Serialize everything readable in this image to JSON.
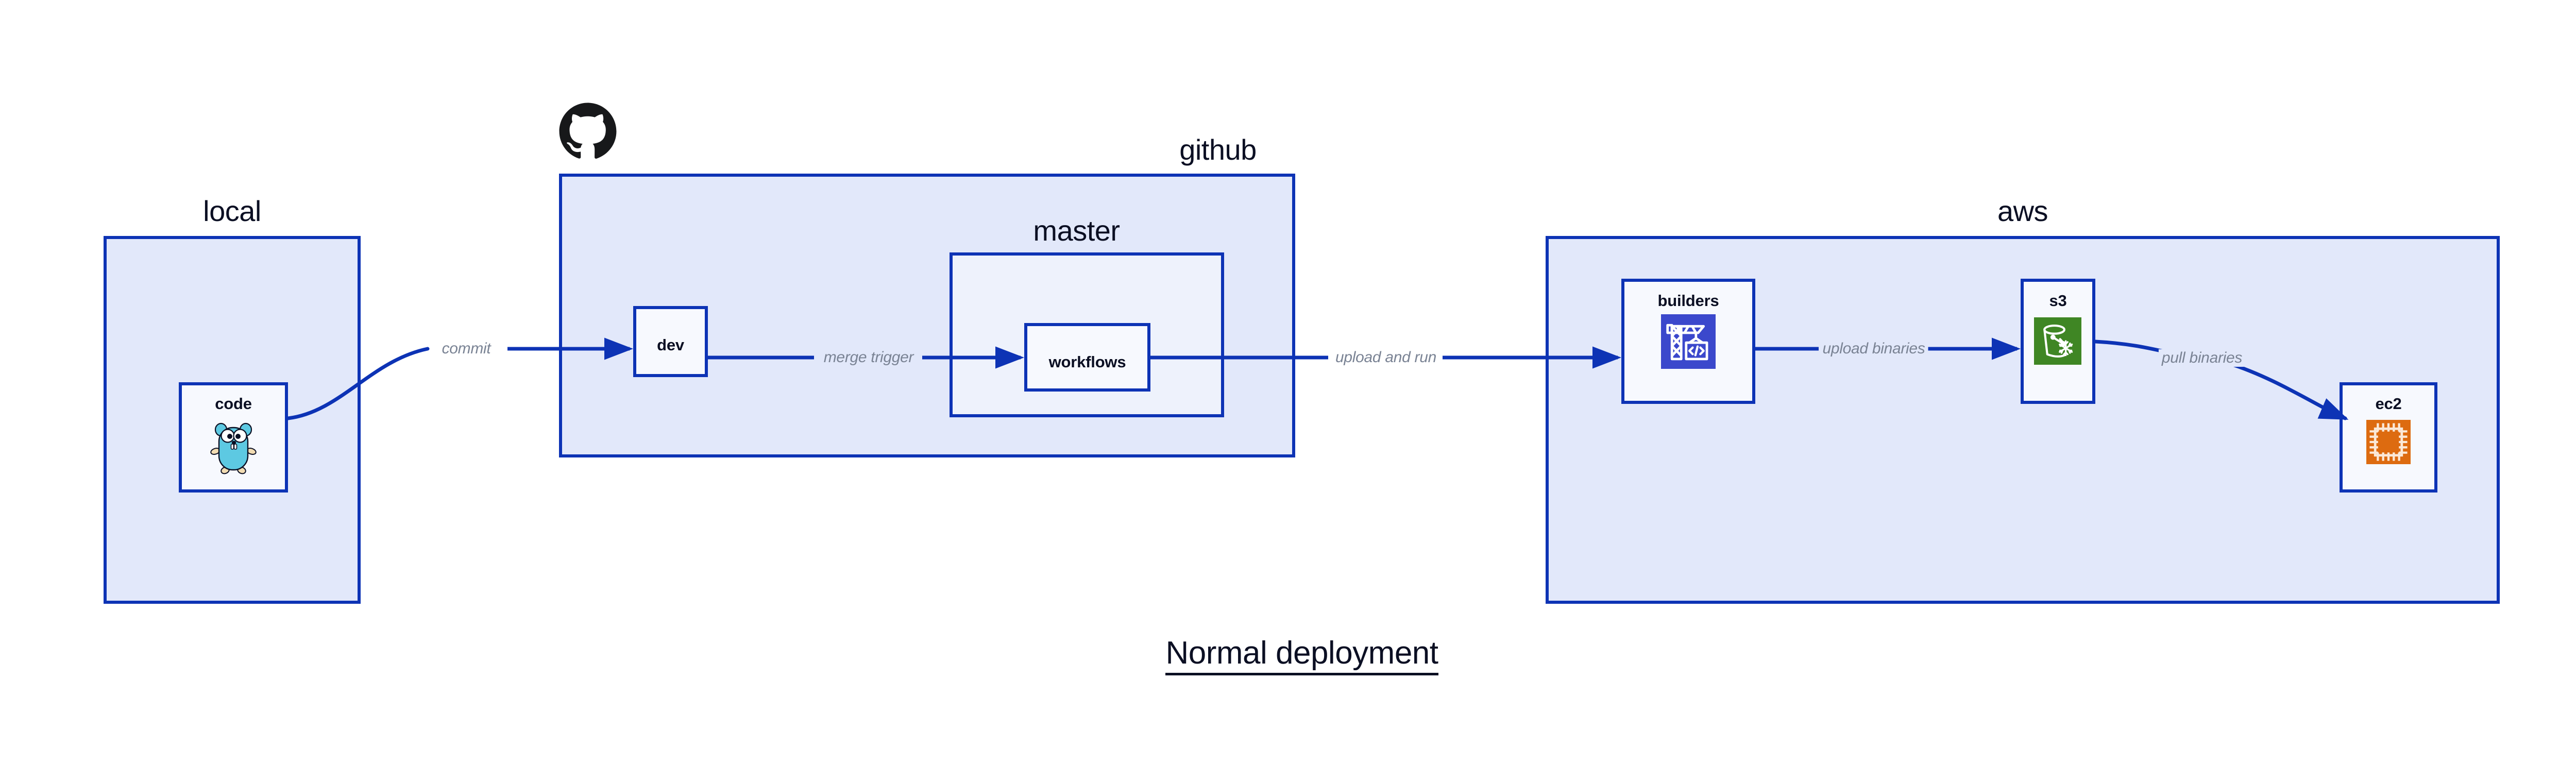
{
  "title": {
    "text": "Normal deployment"
  },
  "colors": {
    "container_fill": "#e2e8fa",
    "container_border": "#0d33b5",
    "node_fill": "#eef2fc",
    "edge_stroke": "#0d33b5",
    "edge_label": "#7a8394",
    "text": "#0b0f23",
    "codebuild_blue": "#3b48cc",
    "s3_green": "#3f8624",
    "ec2_orange": "#dd6b10",
    "gopher_teal": "#5dc9e2",
    "github_black": "#17181a"
  },
  "containers": [
    {
      "id": "local",
      "label": "local"
    },
    {
      "id": "github",
      "label": "github"
    },
    {
      "id": "master",
      "label": "master"
    },
    {
      "id": "aws",
      "label": "aws"
    }
  ],
  "nodes": [
    {
      "id": "code",
      "label": "code",
      "icon": "go-gopher-icon"
    },
    {
      "id": "dev",
      "label": "dev",
      "icon": null
    },
    {
      "id": "workflows",
      "label": "workflows",
      "icon": null
    },
    {
      "id": "builders",
      "label": "builders",
      "icon": "aws-codebuild-icon"
    },
    {
      "id": "s3",
      "label": "s3",
      "icon": "aws-s3-bucket-icon"
    },
    {
      "id": "ec2",
      "label": "ec2",
      "icon": "aws-ec2-chip-icon"
    }
  ],
  "edges": [
    {
      "id": "commit",
      "label": "commit",
      "from": "code",
      "to": "dev"
    },
    {
      "id": "merge-trigger",
      "label": "merge trigger",
      "from": "dev",
      "to": "workflows"
    },
    {
      "id": "upload-and-run",
      "label": "upload and run",
      "from": "workflows",
      "to": "builders"
    },
    {
      "id": "upload-binaries",
      "label": "upload binaries",
      "from": "builders",
      "to": "s3"
    },
    {
      "id": "pull-binaries",
      "label": "pull binaries",
      "from": "s3",
      "to": "ec2"
    }
  ],
  "logos": [
    {
      "id": "github-logo",
      "name": "github-octocat-logo"
    }
  ]
}
